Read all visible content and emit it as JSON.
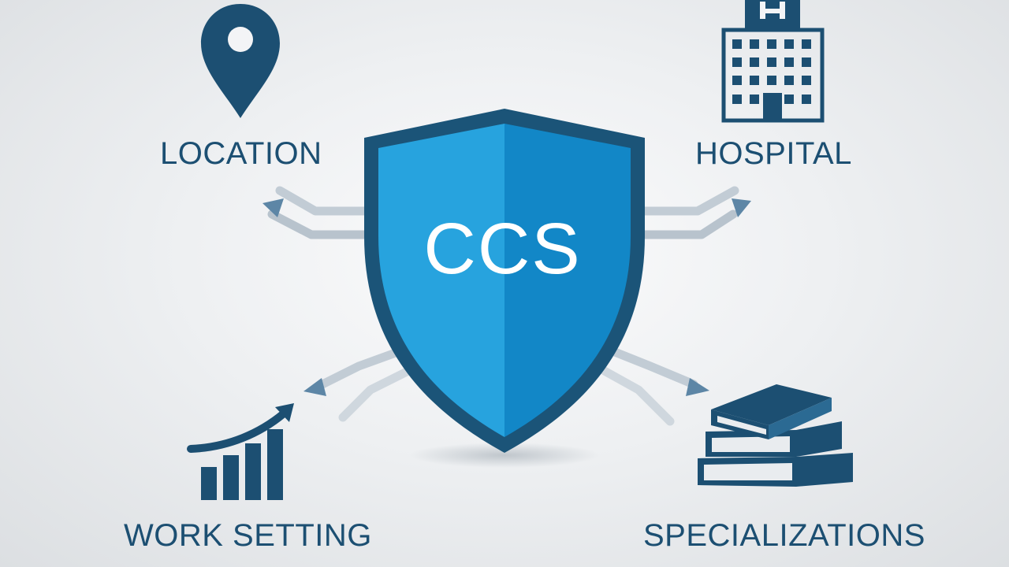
{
  "center": {
    "label": "CCS"
  },
  "nodes": {
    "location": {
      "label": "LOCATION",
      "icon": "map-pin-icon"
    },
    "hospital": {
      "label": "HOSPITAL",
      "icon": "hospital-building-icon"
    },
    "work_setting": {
      "label": "WORK SETTING",
      "icon": "growth-bar-chart-icon"
    },
    "specializations": {
      "label": "SPECIALIZATIONS",
      "icon": "book-stack-icon"
    }
  },
  "colors": {
    "navy": "#1c4f72",
    "shield_light": "#27a3de",
    "shield_dark": "#1287c7",
    "shield_border": "#1b5478",
    "arrow": "#b9c6d1"
  }
}
